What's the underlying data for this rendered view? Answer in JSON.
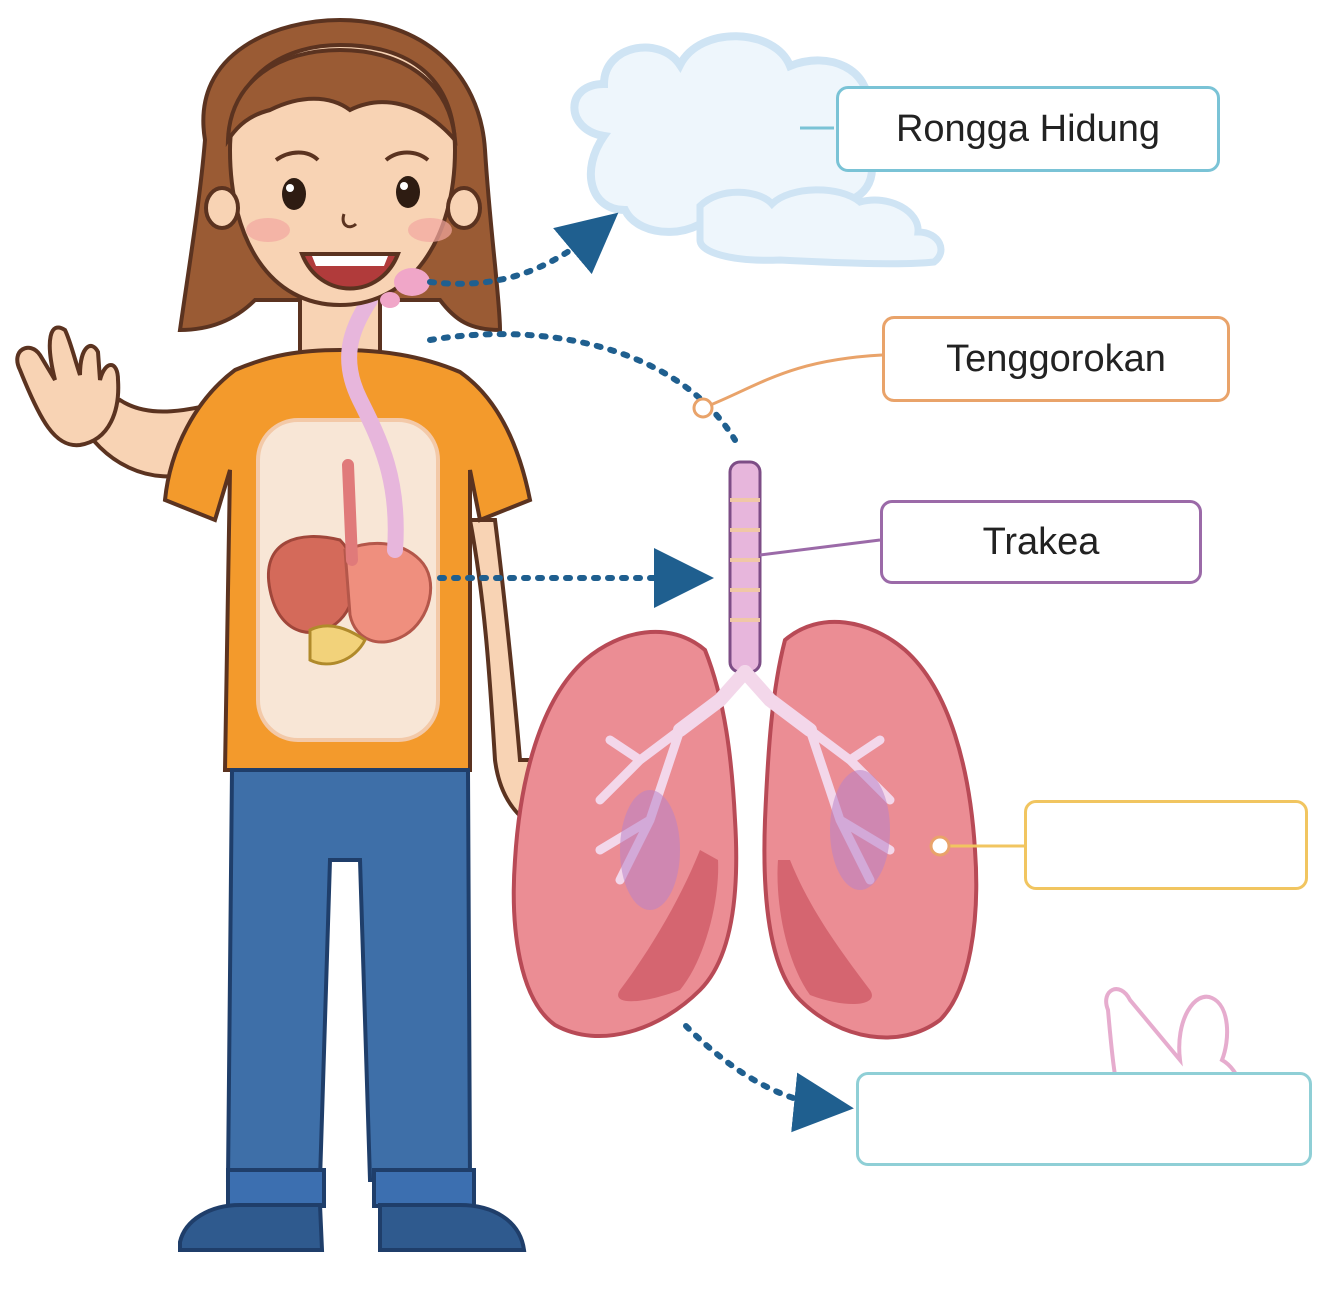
{
  "labels": {
    "nasal_cavity": "Rongga Hidung",
    "throat": "Tenggorokan",
    "trachea": "Trakea",
    "lungs": "",
    "exhale": ""
  },
  "colors": {
    "skin": "#f8d3b4",
    "hair": "#9a5b34",
    "shirt": "#f39a2c",
    "jeans": "#3e6fa8",
    "shoes": "#2f5a8e",
    "lung": "#eb8d94",
    "lung_dark": "#cf5b66",
    "bronchi": "#f3d7ea",
    "trachea": "#e7b6dc",
    "arrow": "#1f5f8f",
    "cloud": "#dcedf8"
  },
  "icons": [
    "cloud-icon",
    "crossed-fingers-icon",
    "arrow-icon"
  ]
}
